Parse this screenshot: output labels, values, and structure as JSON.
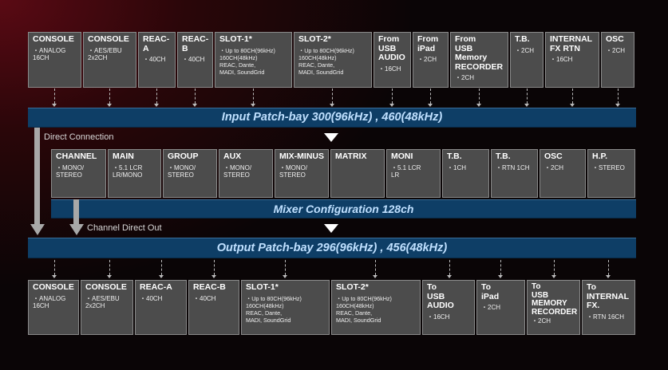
{
  "input_sources": [
    {
      "title": "CONSOLE",
      "detail": "・ANALOG\n  16CH"
    },
    {
      "title": "CONSOLE",
      "detail": "・AES/EBU\n  2x2CH"
    },
    {
      "title": "REAC-A",
      "detail": "・40CH"
    },
    {
      "title": "REAC-B",
      "detail": "・40CH"
    },
    {
      "title": "SLOT-1*",
      "detail": "・Up to 80CH(96kHz)\n  160CH(48kHz)\n  REAC, Dante,\n  MADI, SoundGrid"
    },
    {
      "title": "SLOT-2*",
      "detail": "・Up to 80CH(96kHz)\n  160CH(48kHz)\n  REAC, Dante,\n  MADI, SoundGrid"
    },
    {
      "title": "From\nUSB\nAUDIO",
      "detail": "・16CH"
    },
    {
      "title": "From\niPad",
      "detail": "・2CH"
    },
    {
      "title": "From\nUSB Memory\nRECORDER",
      "detail": "・2CH"
    },
    {
      "title": "T.B.",
      "detail": "・2CH"
    },
    {
      "title": "INTERNAL\nFX RTN",
      "detail": "・16CH"
    },
    {
      "title": "OSC",
      "detail": "・2CH"
    }
  ],
  "input_patchbay": "Input Patch-bay 300(96kHz) , 460(48kHz)",
  "direct_connection": "Direct Connection",
  "mixer_blocks": [
    {
      "title": "CHANNEL",
      "detail": "・MONO/\n  STEREO"
    },
    {
      "title": "MAIN",
      "detail": "・5.1 LCR\n  LR/MONO"
    },
    {
      "title": "GROUP",
      "detail": "・MONO/\n  STEREO"
    },
    {
      "title": "AUX",
      "detail": "・MONO/\n  STEREO"
    },
    {
      "title": "MIX-MINUS",
      "detail": "・MONO/\n  STEREO"
    },
    {
      "title": "MATRIX",
      "detail": ""
    },
    {
      "title": "MONI",
      "detail": "・5.1 LCR\n  LR"
    },
    {
      "title": "T.B.",
      "detail": "・1CH"
    },
    {
      "title": "T.B.",
      "detail": "・RTN 1CH"
    },
    {
      "title": "OSC",
      "detail": "・2CH"
    },
    {
      "title": "H.P.",
      "detail": "・STEREO"
    }
  ],
  "mixer_config": "Mixer Configuration 128ch",
  "channel_direct_out": "Channel Direct Out",
  "output_patchbay": "Output Patch-bay 296(96kHz) , 456(48kHz)",
  "output_destinations": [
    {
      "title": "CONSOLE",
      "detail": "・ANALOG\n  16CH"
    },
    {
      "title": "CONSOLE",
      "detail": "・AES/EBU\n  2x2CH"
    },
    {
      "title": "REAC-A",
      "detail": "・40CH"
    },
    {
      "title": "REAC-B",
      "detail": "・40CH"
    },
    {
      "title": "SLOT-1*",
      "detail": "・Up to 80CH(96kHz)\n  160CH(48kHz)\n  REAC, Dante,\n  MADI, SoundGrid"
    },
    {
      "title": "SLOT-2*",
      "detail": "・Up to 80CH(96kHz)\n  160CH(48kHz)\n  REAC, Dante,\n  MADI, SoundGrid"
    },
    {
      "title": "To\nUSB AUDIO",
      "detail": "・16CH"
    },
    {
      "title": "To\niPad",
      "detail": "・2CH"
    },
    {
      "title": "To\nUSB\nMEMORY\nRECORDER",
      "detail": "・2CH"
    },
    {
      "title": "To\nINTERNAL\nFX.",
      "detail": "・RTN 16CH"
    }
  ]
}
